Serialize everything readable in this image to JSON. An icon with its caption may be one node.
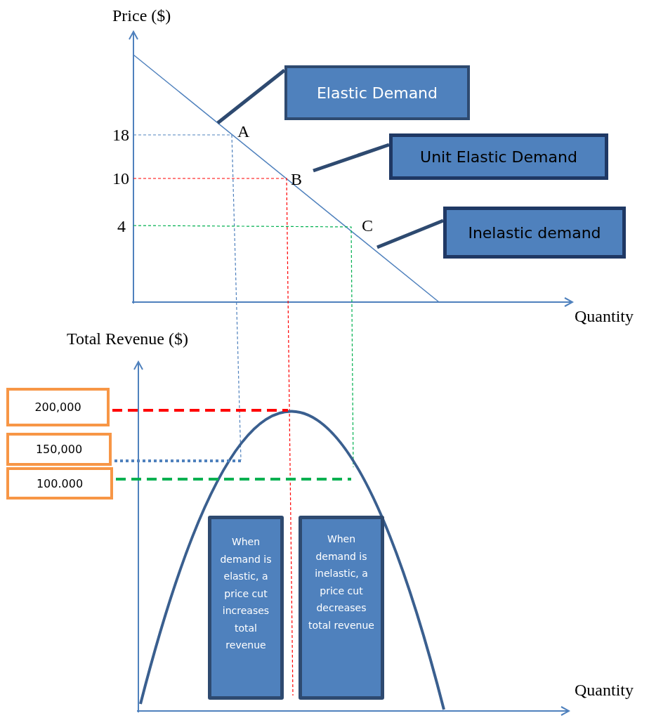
{
  "diagram": {
    "nodes": [
      {
        "text": [
          "Elastic Demand"
        ]
      },
      {
        "text": [
          "Unit Elastic Demand"
        ]
      },
      {
        "text": [
          "Inelastic demand"
        ]
      },
      {
        "text": [
          "200,000"
        ]
      },
      {
        "text": [
          "150,000"
        ]
      },
      {
        "text": [
          "100.000"
        ]
      },
      {
        "text": [
          "When demand is elastic, a price cut increases total revenue"
        ]
      },
      {
        "text": [
          "When demand is inelastic, a price cut decreases total revenue"
        ]
      }
    ],
    "edges": [
      {
        "from": 0,
        "to": null,
        "arrow": "none"
      },
      {
        "from": 1,
        "to": null,
        "arrow": "none"
      },
      {
        "from": 2,
        "to": null,
        "arrow": "none"
      },
      {
        "from": 3,
        "to": null,
        "arrow": "none",
        "style": "dashed",
        "color": "#ff0000"
      },
      {
        "from": 4,
        "to": null,
        "arrow": "none",
        "style": "dashed",
        "color": "#4f81bd"
      },
      {
        "from": 5,
        "to": null,
        "arrow": "none",
        "style": "dashed",
        "color": "#00b050"
      }
    ],
    "labels": [
      "Price ($)",
      "18",
      "A",
      "10",
      "B",
      "4",
      "C",
      "Quantity",
      "Total Revenue ($)",
      "Quantity"
    ]
  }
}
